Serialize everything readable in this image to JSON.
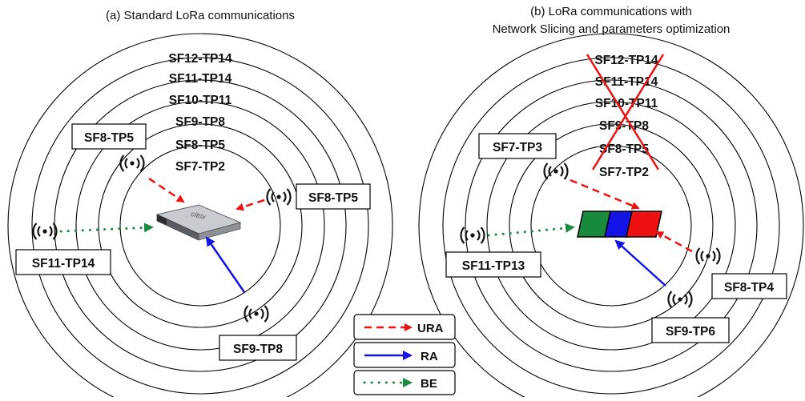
{
  "panel_a": {
    "title": "(a) Standard LoRa communications",
    "rings": [
      "SF12-TP14",
      "SF11-TP14",
      "SF10-TP11",
      "SF9-TP8",
      "SF8-TP5",
      "SF7-TP2"
    ],
    "devices": {
      "upper_left": "SF8-TP5",
      "right": "SF8-TP5",
      "left": "SF11-TP14",
      "bottom": "SF9-TP8"
    },
    "gateway_brand": "citrix"
  },
  "panel_b": {
    "title_line1": "(b) LoRa communications with",
    "title_line2": "Network Slicing and parameters optimization",
    "rings": [
      "SF12-TP14",
      "SF11-TP14",
      "SF10-TP11",
      "SF9-TP8",
      "SF8-TP5",
      "SF7-TP2"
    ],
    "devices": {
      "upper_left": "SF7-TP3",
      "left": "SF11-TP13",
      "right": "SF8-TP4",
      "bottom": "SF9-TP6"
    },
    "slice_colors": [
      "#1a8a3c",
      "#1414e6",
      "#ee1111"
    ]
  },
  "legend": {
    "items": [
      {
        "label": "URA",
        "color": "#ee1111",
        "style": "dashed"
      },
      {
        "label": "RA",
        "color": "#1414e6",
        "style": "solid"
      },
      {
        "label": "BE",
        "color": "#1a8a3c",
        "style": "dotted"
      }
    ]
  },
  "icons": {
    "device": "wireless-signal-icon",
    "gateway": "server-gateway-icon"
  }
}
